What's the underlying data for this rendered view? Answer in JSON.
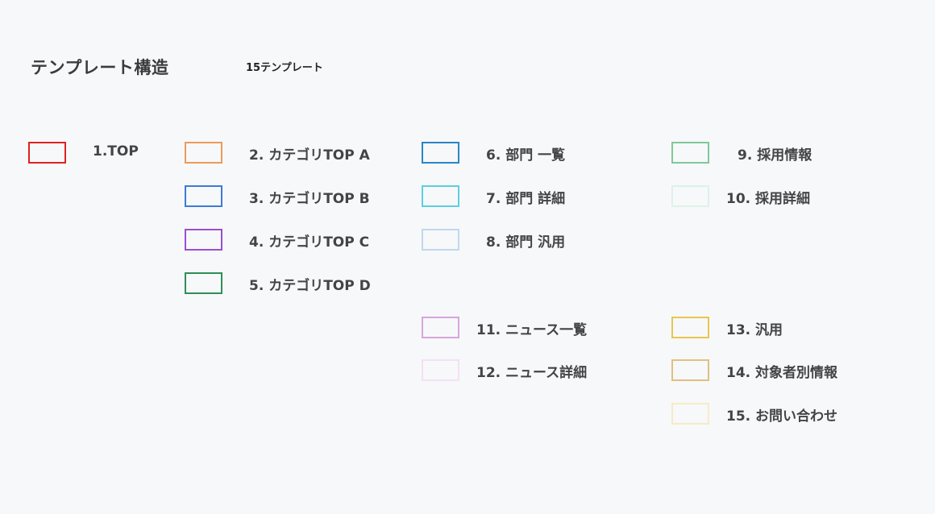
{
  "title": "テンプレート構造",
  "count_label": "15テンプレート",
  "templates": [
    {
      "label": "1.TOP",
      "color": "#e02020"
    },
    {
      "label": "2. カテゴリTOP A",
      "color": "#ec9a5a"
    },
    {
      "label": "3. カテゴリTOP B",
      "color": "#3c7bd6"
    },
    {
      "label": "4. カテゴリTOP C",
      "color": "#9a4fd0"
    },
    {
      "label": "5. カテゴリTOP D",
      "color": "#2e8f57"
    },
    {
      "label": "6. 部門 一覧",
      "color": "#2a86c6"
    },
    {
      "label": "7. 部門 詳細",
      "color": "#5ccfe0"
    },
    {
      "label": "8. 部門 汎用",
      "color": "#c3d7ee"
    },
    {
      "label": "9. 採用情報",
      "color": "#7ec99a"
    },
    {
      "label": "10. 採用詳細",
      "color": "#dcf2e6"
    },
    {
      "label": "11. ニュース一覧",
      "color": "#d7a7dc"
    },
    {
      "label": "12. ニュース詳細",
      "color": "#f3e0f6"
    },
    {
      "label": "13. 汎用",
      "color": "#e9c64d"
    },
    {
      "label": "14. 対象者別情報",
      "color": "#e0c07e"
    },
    {
      "label": "15. お問い合わせ",
      "color": "#f7ebc4"
    }
  ]
}
